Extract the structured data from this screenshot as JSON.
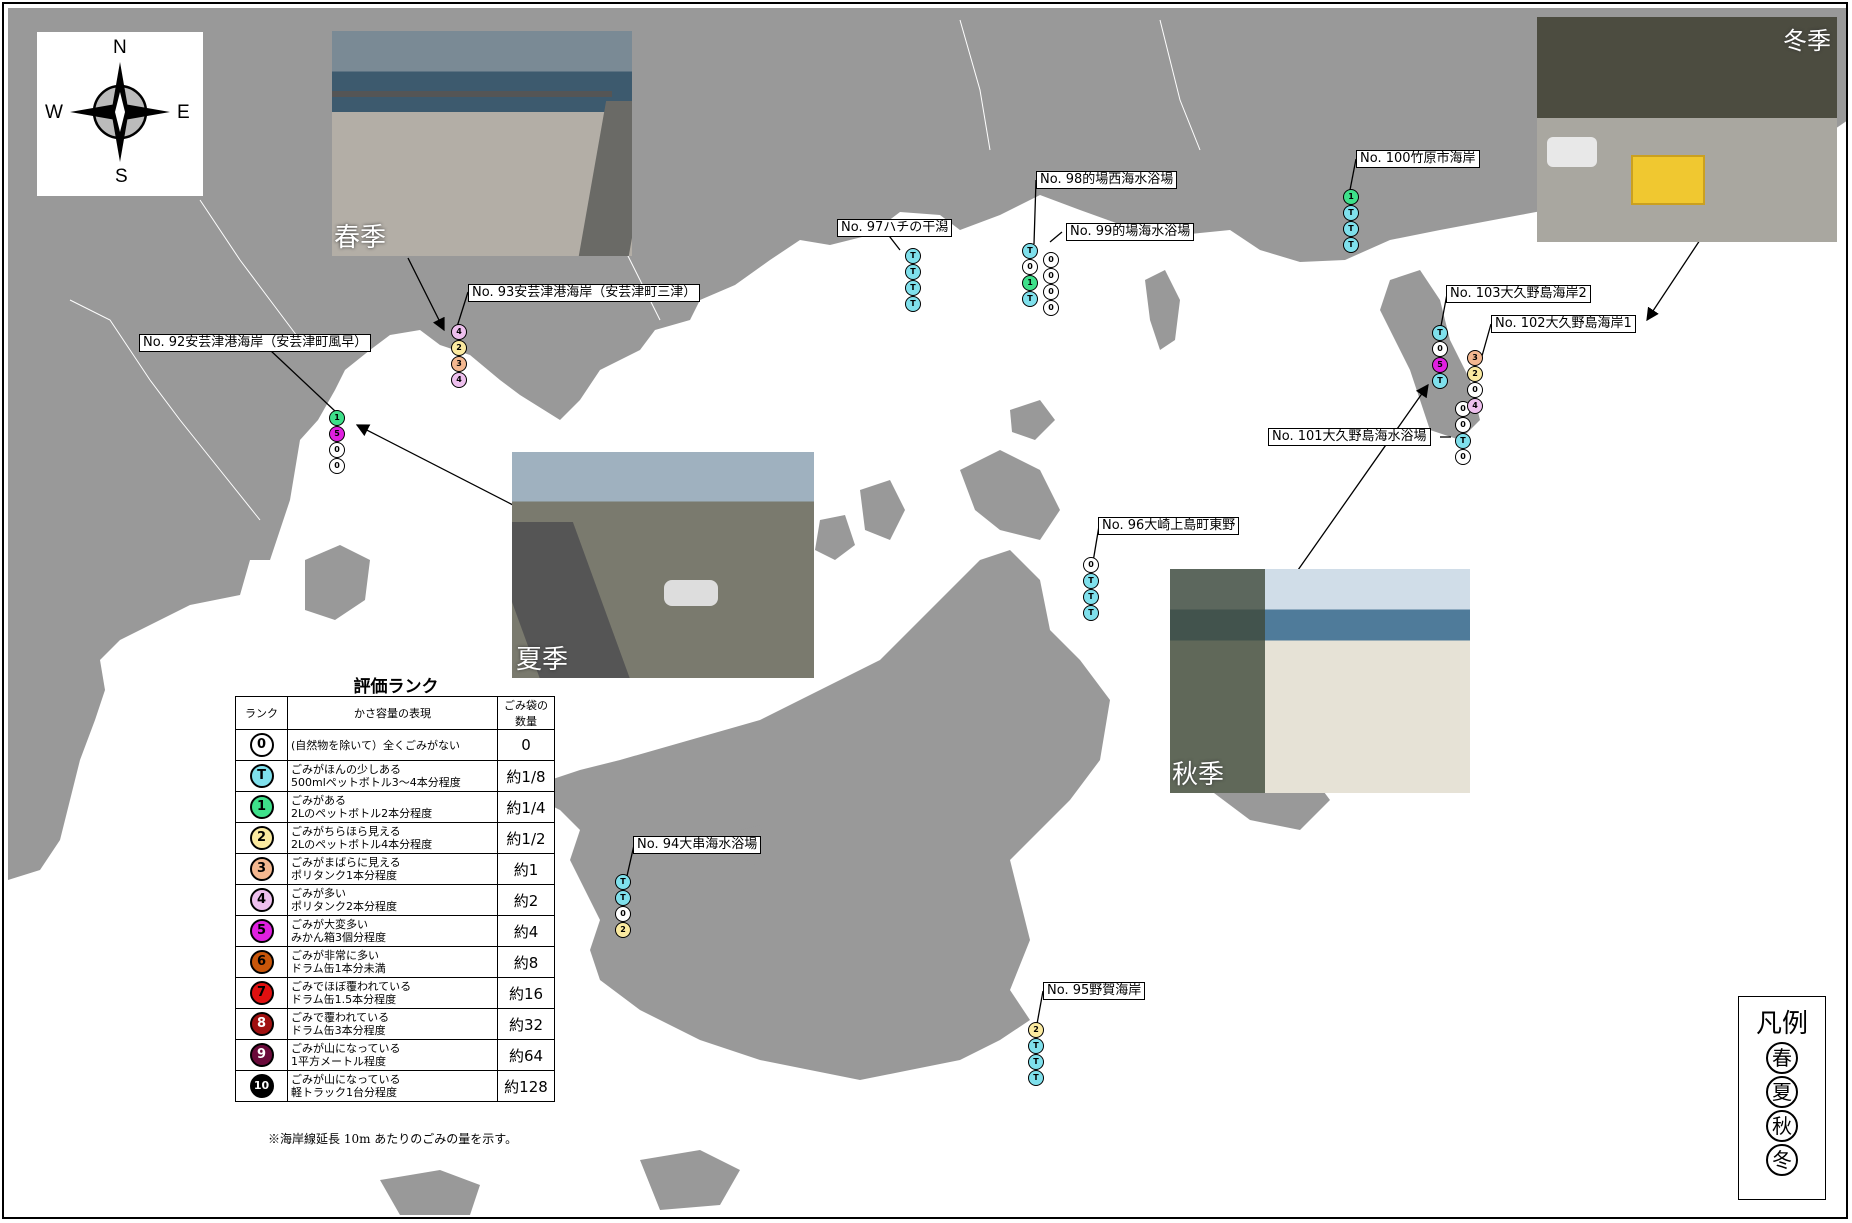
{
  "compass": {
    "n": "N",
    "s": "S",
    "e": "E",
    "w": "W"
  },
  "photos": {
    "spring": {
      "caption": "春季"
    },
    "summer": {
      "caption": "夏季"
    },
    "autumn": {
      "caption": "秋季"
    },
    "winter": {
      "caption": "冬季"
    }
  },
  "sites": {
    "s92": {
      "label": "No. 92安芸津港海岸（安芸津町風早）",
      "ranks": [
        "1",
        "5",
        "0",
        "0"
      ]
    },
    "s93": {
      "label": "No. 93安芸津港海岸（安芸津町三津）",
      "ranks": [
        "4",
        "2",
        "3",
        "4"
      ]
    },
    "s94": {
      "label": "No. 94大串海水浴場",
      "ranks": [
        "T",
        "T",
        "0",
        "2"
      ]
    },
    "s95": {
      "label": "No. 95野賀海岸",
      "ranks": [
        "2",
        "T",
        "T",
        "T"
      ]
    },
    "s96": {
      "label": "No. 96大崎上島町東野",
      "ranks": [
        "0",
        "T",
        "T",
        "T"
      ]
    },
    "s97": {
      "label": "No. 97ハチの干潟",
      "ranks": [
        "T",
        "T",
        "T",
        "T"
      ]
    },
    "s98": {
      "label": "No. 98的場西海水浴場",
      "ranks": [
        "T",
        "0",
        "1",
        "T"
      ]
    },
    "s99": {
      "label": "No. 99的場海水浴場",
      "ranks": [
        "0",
        "0",
        "0",
        "0"
      ]
    },
    "s100": {
      "label": "No. 100竹原市海岸",
      "ranks": [
        "1",
        "T",
        "T",
        "T"
      ]
    },
    "s101": {
      "label": "No. 101大久野島海水浴場",
      "ranks": [
        "0",
        "0",
        "T",
        "0"
      ]
    },
    "s102": {
      "label": "No. 102大久野島海岸1",
      "ranks": [
        "3",
        "2",
        "0",
        "4"
      ]
    },
    "s103": {
      "label": "No. 103大久野島海岸2",
      "ranks": [
        "T",
        "0",
        "5",
        "T"
      ]
    }
  },
  "rank_colors": {
    "0": "#ffffff",
    "T": "#7fe0ec",
    "1": "#3ee08a",
    "2": "#fbeaa0",
    "3": "#f4b890",
    "4": "#eec0ee",
    "5": "#e020e0",
    "6": "#c8560a",
    "7": "#e01010",
    "8": "#a01010",
    "9": "#6a0a3a",
    "10": "#000000"
  },
  "legend": {
    "title": "評価ランク",
    "headers": {
      "rank": "ランク",
      "desc": "かさ容量の表現",
      "bags": "ごみ袋の数量"
    },
    "rows": [
      {
        "rank": "0",
        "line1": "(自然物を除いて）全くごみがない",
        "line2": "",
        "bags": "0"
      },
      {
        "rank": "T",
        "line1": "ごみがほんの少しある",
        "line2": "500mlペットボトル3～4本分程度",
        "bags": "約1/8"
      },
      {
        "rank": "1",
        "line1": "ごみがある",
        "line2": "2Lのペットボトル2本分程度",
        "bags": "約1/4"
      },
      {
        "rank": "2",
        "line1": "ごみがちらほら見える",
        "line2": "2Lのペットボトル4本分程度",
        "bags": "約1/2"
      },
      {
        "rank": "3",
        "line1": "ごみがまばらに見える",
        "line2": "ポリタンク1本分程度",
        "bags": "約1"
      },
      {
        "rank": "4",
        "line1": "ごみが多い",
        "line2": "ポリタンク2本分程度",
        "bags": "約2"
      },
      {
        "rank": "5",
        "line1": "ごみが大変多い",
        "line2": "みかん箱3個分程度",
        "bags": "約4"
      },
      {
        "rank": "6",
        "line1": "ごみが非常に多い",
        "line2": "ドラム缶1本分未満",
        "bags": "約8"
      },
      {
        "rank": "7",
        "line1": "ごみでほぼ覆われている",
        "line2": "ドラム缶1.5本分程度",
        "bags": "約16"
      },
      {
        "rank": "8",
        "line1": "ごみで覆われている",
        "line2": "ドラム缶3本分程度",
        "bags": "約32"
      },
      {
        "rank": "9",
        "line1": "ごみが山になっている",
        "line2": "1平方メートル程度",
        "bags": "約64"
      },
      {
        "rank": "10",
        "line1": "ごみが山になっている",
        "line2": "軽トラック1台分程度",
        "bags": "約128"
      }
    ],
    "note": "※海岸線延長 10m あたりのごみの量を示す。"
  },
  "season_legend": {
    "title": "凡例",
    "spring": "春",
    "summer": "夏",
    "autumn": "秋",
    "winter": "冬"
  }
}
